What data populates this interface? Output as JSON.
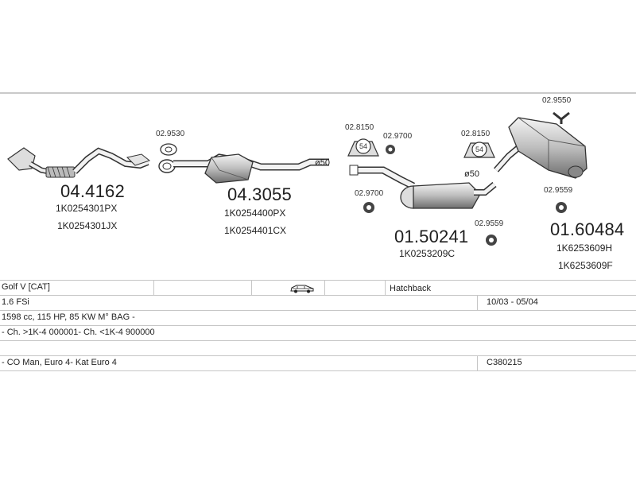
{
  "parts": [
    {
      "id": "p1",
      "number": "04.4162",
      "oe": [
        "1K0254301PX",
        "1K0254301JX"
      ]
    },
    {
      "id": "p2",
      "number": "04.3055",
      "oe": [
        "1K0254400PX",
        "1K0254401CX"
      ]
    },
    {
      "id": "p3",
      "number": "01.50241",
      "oe": [
        "1K0253209C"
      ]
    },
    {
      "id": "p4",
      "number": "01.60484",
      "oe": [
        "1K6253609H",
        "1K6253609F"
      ]
    }
  ],
  "fittings": [
    "02.9530",
    "02.8150",
    "02.9700",
    "02.9700",
    "02.8150",
    "02.9550",
    "02.9559",
    "02.9559"
  ],
  "diameter_labels": [
    "ø50",
    "ø50"
  ],
  "clamp_size": "54",
  "tick_mark": "'",
  "table": {
    "model": "Golf V  [CAT]",
    "body_type": "Hatchback",
    "engine": "1.6 FSi",
    "period": "10/03 - 05/04",
    "spec": "1598 cc, 115 HP, 85 KW M° BAG -",
    "chassis": "- Ch. >1K-4 000001- Ch. <1K-4 900000",
    "emission": "- CO Man, Euro 4- Kat Euro 4",
    "code": "C380215"
  },
  "icons": {
    "car": "hatchback-car-icon"
  }
}
